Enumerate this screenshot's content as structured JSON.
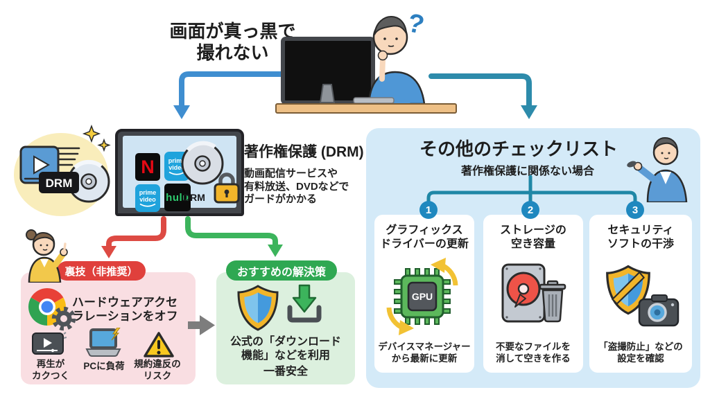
{
  "header": {
    "title_line1": "画面が真っ黒で",
    "title_line2": "撮れない",
    "question_mark": "?"
  },
  "drm": {
    "bubble_label": "DRM",
    "heading": "著作権保護 (DRM)",
    "desc_line1": "動画配信サービスや",
    "desc_line2": "有料放送、DVDなどで",
    "desc_line3": "ガードがかかる",
    "screen": {
      "netflix_letter": "N",
      "prime_line1": "prime",
      "prime_line2": "video",
      "hulu": "hulu",
      "drm_label": "DRM"
    }
  },
  "trick": {
    "badge": "裏技（非推奨）",
    "line1": "ハードウェアアクセ",
    "line2": "ラレーションをオフ",
    "items": [
      {
        "line1": "再生が",
        "line2": "カクつく"
      },
      {
        "line1": "PCに負荷",
        "line2": ""
      },
      {
        "line1": "規約違反の",
        "line2": "リスク"
      }
    ]
  },
  "recommended": {
    "badge": "おすすめの解決策",
    "line1": "公式の「ダウンロード",
    "line2": "機能」などを利用",
    "line3": "一番安全"
  },
  "checklist": {
    "title": "その他のチェックリスト",
    "subtitle": "著作権保護に関係ない場合",
    "cards": [
      {
        "number": "1",
        "title1": "グラフィックス",
        "title2": "ドライバーの更新",
        "chip_label": "GPU",
        "caption1": "デバイスマネージャー",
        "caption2": "から最新に更新"
      },
      {
        "number": "2",
        "title1": "ストレージの",
        "title2": "空き容量",
        "caption1": "不要なファイルを",
        "caption2": "消して空きを作る"
      },
      {
        "number": "3",
        "title1": "セキュリティ",
        "title2": "ソフトの干渉",
        "caption1": "「盗撮防止」などの",
        "caption2": "設定を確認"
      }
    ]
  },
  "colors": {
    "panel_blue": "#d4eaf8",
    "box_pink": "#f9dee2",
    "box_green": "#dcf0de",
    "badge_red": "#e0403c",
    "badge_green": "#2fa852",
    "arrow_blue": "#3f8ed0",
    "arrow_teal": "#2d8bab",
    "arrow_red": "#dd4a43",
    "arrow_green": "#3cb45c",
    "number_circle": "#1f88bf",
    "netflix_red": "#e50914",
    "prime_blue": "#1fa3dc",
    "hulu_green": "#2ecb6e",
    "lock_yellow": "#f2b52a"
  }
}
